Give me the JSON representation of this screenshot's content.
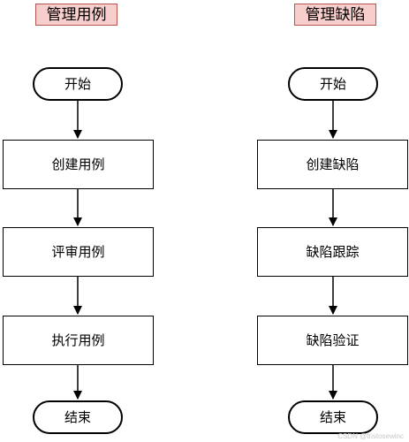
{
  "left": {
    "title": "管理用例",
    "start": "开始",
    "steps": [
      "创建用例",
      "评审用例",
      "执行用例"
    ],
    "end": "结束"
  },
  "right": {
    "title": "管理缺陷",
    "start": "开始",
    "steps": [
      "创建缺陷",
      "缺陷跟踪",
      "缺陷验证"
    ],
    "end": "结束"
  },
  "watermark": "CSDN @tristosewinc",
  "colors": {
    "title_fill": "#f8cecc",
    "title_border": "#b85450"
  }
}
